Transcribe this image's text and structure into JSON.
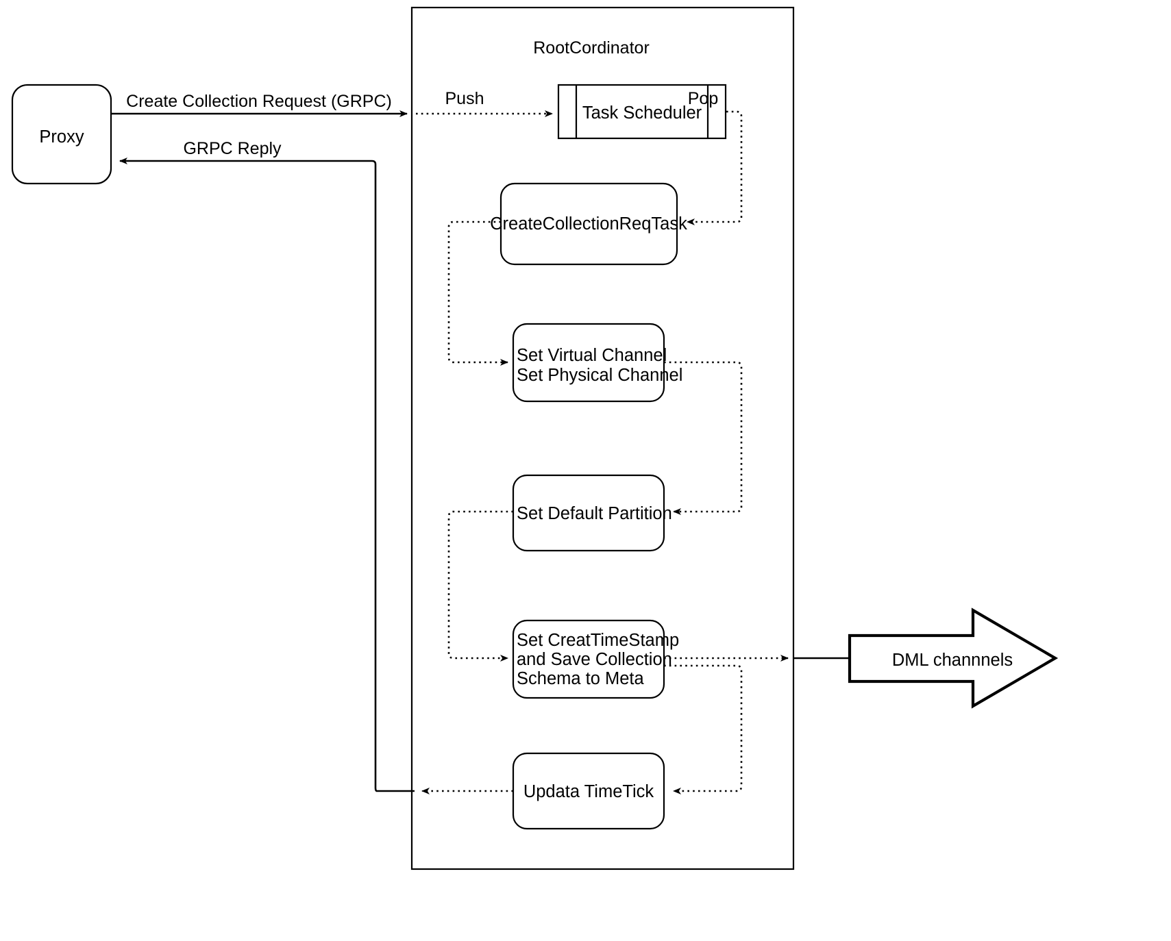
{
  "diagram": {
    "title_text": "RootCordinator",
    "background_color": "#ffffff",
    "line_color": "#000000",
    "nodes": {
      "proxy": {
        "label": "Proxy"
      },
      "task_scheduler": {
        "label": "Task Scheduler"
      },
      "create_collection_req_task": {
        "label": "CreateCollectionReqTask"
      },
      "set_channel": {
        "line1": "Set Virtual Channel",
        "line2": "Set Physical Channel"
      },
      "set_default_partition": {
        "label": "Set Default Partition"
      },
      "set_timestamp": {
        "line1": "Set CreatTimeStamp",
        "line2": "and Save Collection",
        "line3": "Schema to Meta"
      },
      "update_timetick": {
        "label": "Updata TimeTick"
      },
      "dml_channels": {
        "label": "DML channnels"
      }
    },
    "edge_labels": {
      "create_collection_request": "Create Collection Request (GRPC)",
      "grpc_reply": "GRPC Reply",
      "push": "Push",
      "pop": "Pop"
    }
  }
}
